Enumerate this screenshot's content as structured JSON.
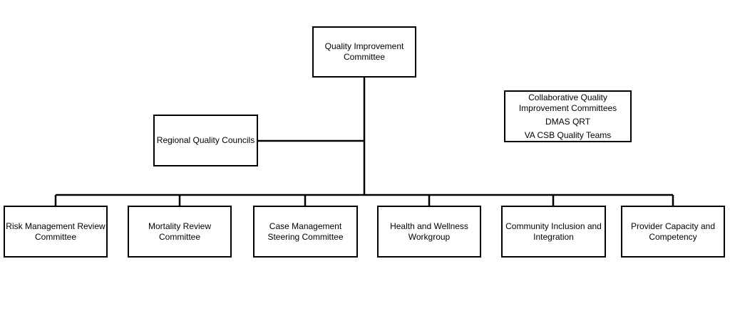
{
  "top": {
    "line1": "Quality Improvement",
    "line2": "Committee"
  },
  "regional": {
    "label": "Regional Quality Councils"
  },
  "collaborative": {
    "line1": "Collaborative Quality",
    "line2": "Improvement Committees",
    "line3": "DMAS QRT",
    "line4": "VA CSB Quality Teams"
  },
  "committees": [
    {
      "line1": "Risk Management Review",
      "line2": "Committee"
    },
    {
      "line1": "Mortality Review",
      "line2": "Committee"
    },
    {
      "line1": "Case Management",
      "line2": "Steering Committee"
    },
    {
      "line1": "Health and Wellness",
      "line2": "Workgroup"
    },
    {
      "line1": "Community Inclusion and",
      "line2": "Integration"
    },
    {
      "line1": "Provider Capacity and",
      "line2": "Competency"
    }
  ]
}
